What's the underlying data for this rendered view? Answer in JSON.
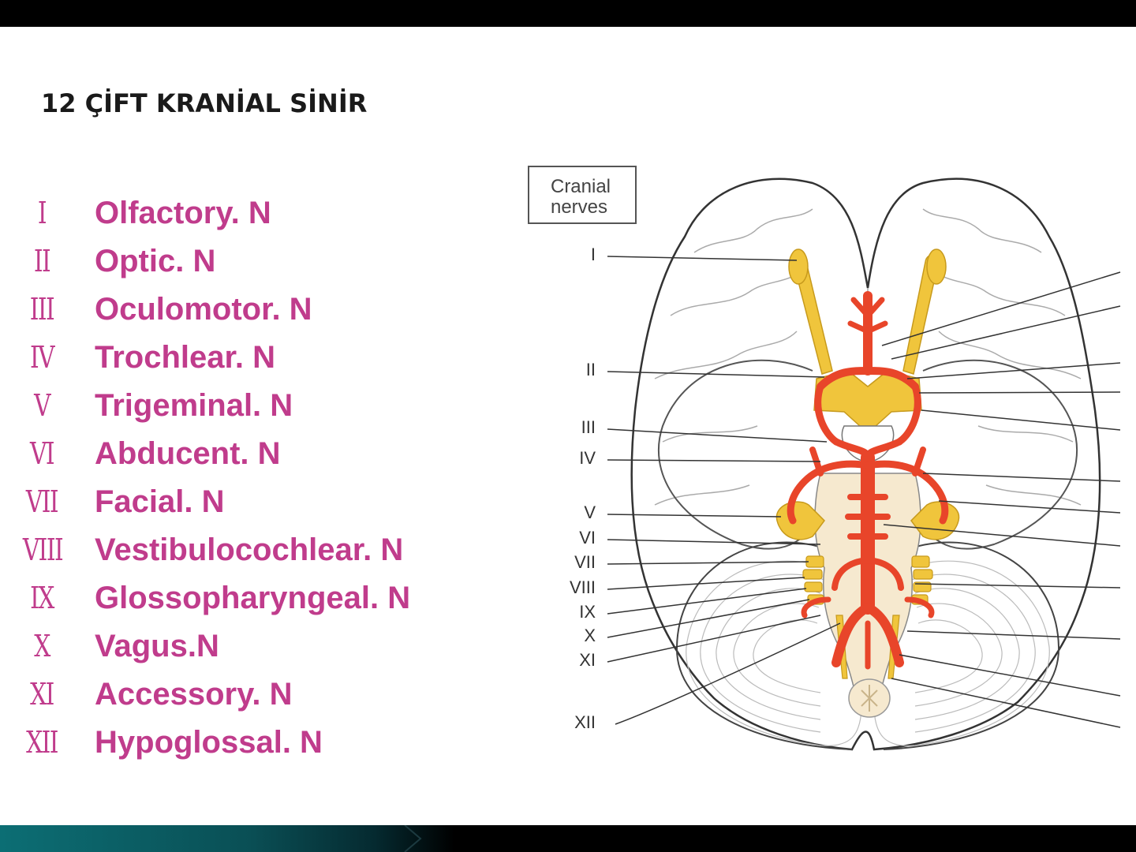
{
  "title": "12 ÇİFT KRANİAL SİNİR",
  "nerves": [
    {
      "numeral": "I",
      "name": "Olfactory. N"
    },
    {
      "numeral": "II",
      "name": "Optic. N"
    },
    {
      "numeral": "III",
      "name": "Oculomotor. N"
    },
    {
      "numeral": "IV",
      "name": "Trochlear. N"
    },
    {
      "numeral": "V",
      "name": "Trigeminal. N"
    },
    {
      "numeral": "VI",
      "name": "Abducent. N"
    },
    {
      "numeral": "VII",
      "name": "Facial. N"
    },
    {
      "numeral": "VIII",
      "name": "Vestibulocochlear. N"
    },
    {
      "numeral": "IX",
      "name": "Glossopharyngeal. N"
    },
    {
      "numeral": "X",
      "name": "Vagus.N"
    },
    {
      "numeral": "XI",
      "name": "Accessory. N"
    },
    {
      "numeral": "XII",
      "name": "Hypoglossal. N"
    }
  ],
  "diagram": {
    "box_line1": "Cranial",
    "box_line2": "nerves",
    "labels": [
      "I",
      "II",
      "III",
      "IV",
      "V",
      "VI",
      "VII",
      "VIII",
      "IX",
      "X",
      "XI",
      "XII"
    ]
  },
  "colors": {
    "list_text": "#c03c8c",
    "artery": "#e8452a",
    "nerve": "#f0c53c",
    "bars": "#000000"
  }
}
